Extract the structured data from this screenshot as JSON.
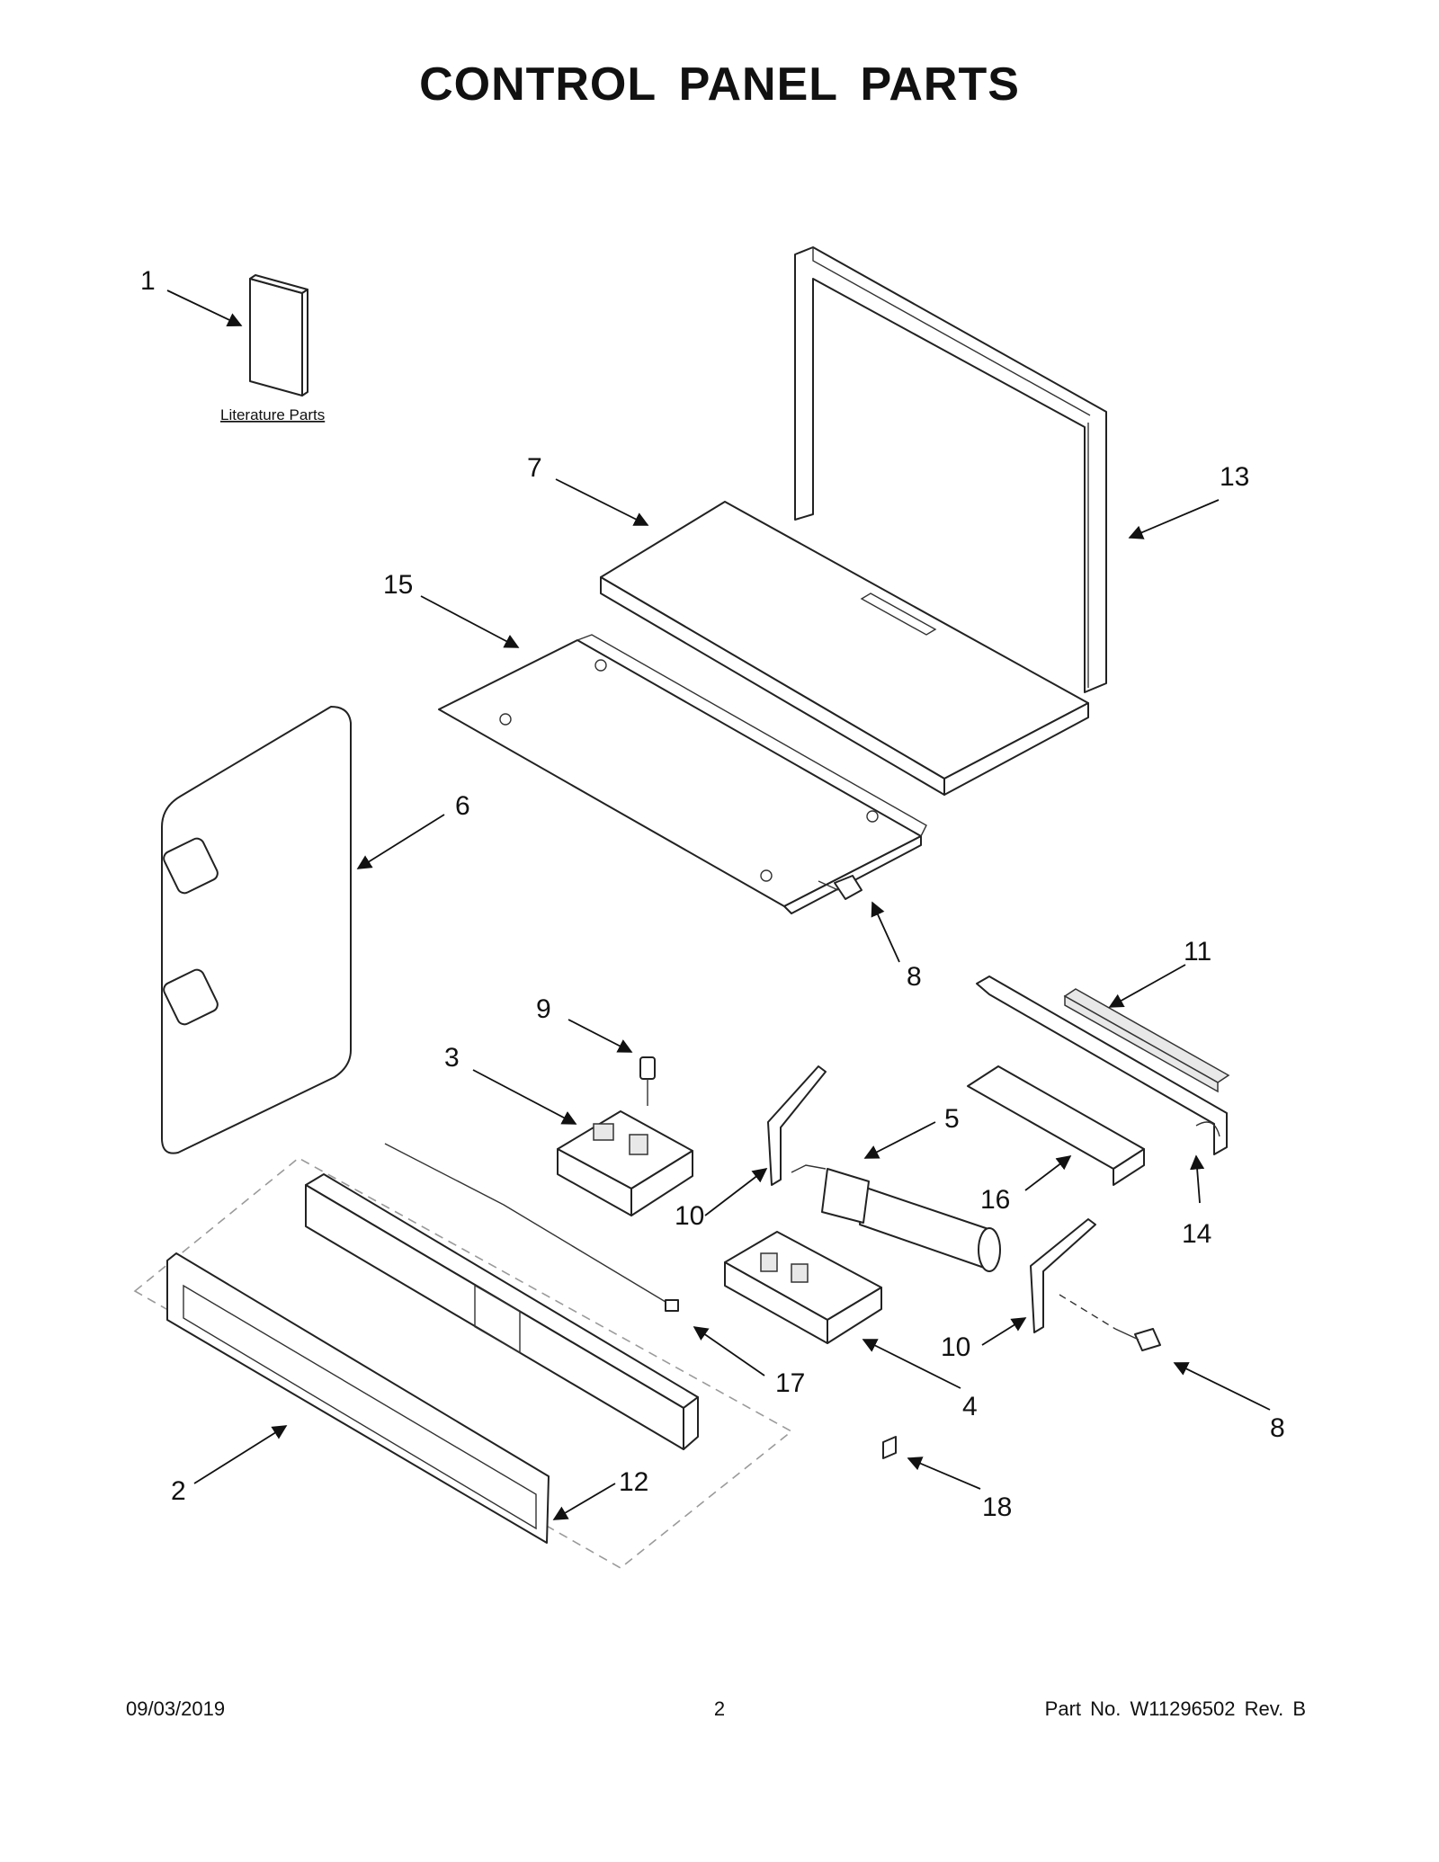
{
  "title": "CONTROL PANEL PARTS",
  "literature_label": "Literature Parts",
  "callouts": {
    "c1": "1",
    "c2": "2",
    "c3": "3",
    "c4": "4",
    "c5": "5",
    "c6": "6",
    "c7": "7",
    "c8a": "8",
    "c8b": "8",
    "c9": "9",
    "c10a": "10",
    "c10b": "10",
    "c11": "11",
    "c12": "12",
    "c13": "13",
    "c14": "14",
    "c15": "15",
    "c16": "16",
    "c17": "17",
    "c18": "18"
  },
  "footer": {
    "date": "09/03/2019",
    "page": "2",
    "part_no": "Part No.  W11296502  Rev.  B"
  }
}
